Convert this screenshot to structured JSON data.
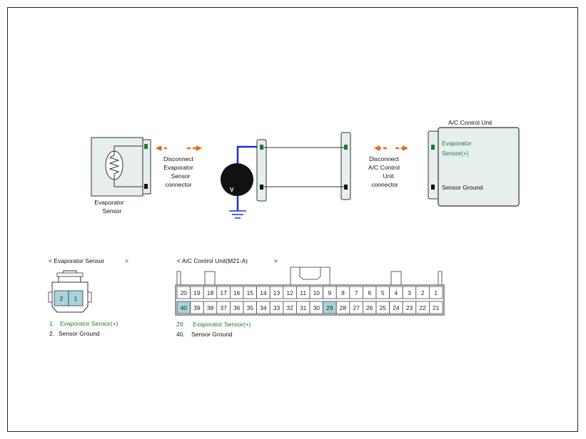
{
  "colors": {
    "orange": "#e8691a",
    "green": "#1a7f2a",
    "blue": "#1b2fd6",
    "highlight": "#a8d4dc",
    "box": "#e6eeee",
    "ground": "#1b2fd6"
  },
  "sensor": {
    "label": [
      "Evaporator",
      "Sensor"
    ],
    "icon": "thermistor-icon"
  },
  "disconnect_left": [
    "Disconnect",
    "Evaporator",
    "Sensor",
    "connector"
  ],
  "meter": {
    "label": "V",
    "icon": "voltmeter-icon"
  },
  "disconnect_right": [
    "Disconnect",
    "A/C Control",
    "Unit",
    "connector"
  ],
  "acu": {
    "title": "A/C Control Unit",
    "pin_pos": [
      "Evaporator",
      "Sensor(+)"
    ],
    "pin_gnd": "Sensor Ground"
  },
  "evap_connector": {
    "title_left": "< Evaporator Sensor",
    "title_right": ">",
    "pins": [
      "2",
      "1"
    ],
    "legend": [
      {
        "num": "1.",
        "text": "Evaporator Sensor(+)",
        "color": "green"
      },
      {
        "num": "2.",
        "text": "Sensor Ground",
        "color": "black"
      }
    ]
  },
  "acu_connector": {
    "title_left": "< A/C Control Unit(M21-A)",
    "title_right": ">",
    "row1": [
      "20",
      "19",
      "18",
      "17",
      "16",
      "15",
      "14",
      "13",
      "12",
      "11",
      "10",
      "9",
      "8",
      "7",
      "6",
      "5",
      "4",
      "3",
      "2",
      "1"
    ],
    "row2": [
      "40",
      "39",
      "38",
      "37",
      "36",
      "35",
      "34",
      "33",
      "32",
      "31",
      "30",
      "29",
      "28",
      "27",
      "26",
      "25",
      "24",
      "23",
      "22",
      "21"
    ],
    "highlighted": [
      "40",
      "29"
    ],
    "legend": [
      {
        "num": "29.",
        "text": "Evaporator Sensor(+)",
        "color": "green"
      },
      {
        "num": "40.",
        "text": "Sensor Ground",
        "color": "black"
      }
    ]
  }
}
